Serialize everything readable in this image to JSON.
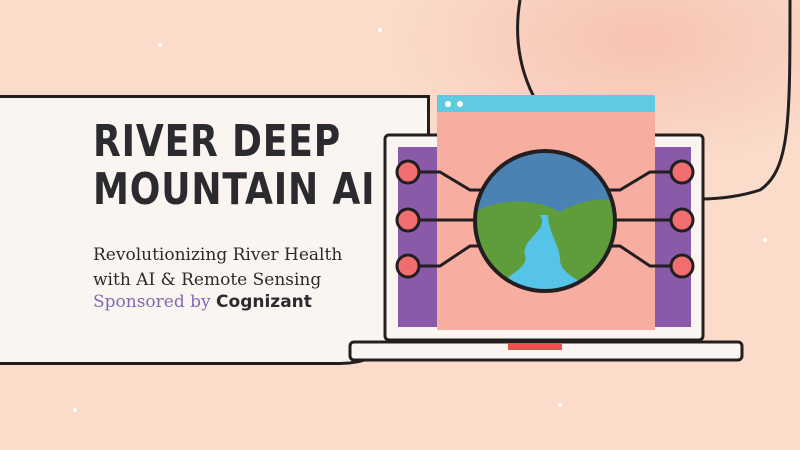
{
  "banner": {
    "title_lines": [
      "RIVER DEEP",
      "MOUNTAIN AI"
    ],
    "subtitle_lines": [
      "Revolutionizing River Health",
      "with AI & Remote Sensing"
    ],
    "sponsor_prefix": "Sponsored by",
    "sponsor_name": "Cognizant"
  },
  "colors": {
    "background": "#fbdccb",
    "panel": "#fbf5f1",
    "ink": "#2b2a2f",
    "sponsor_text": "#7e6bb0",
    "laptop_side_panels": "#8a5aa8",
    "window_body": "#f7aea0",
    "window_titlebar": "#5fcbe0",
    "node_red": "#f26d6d",
    "river_blue": "#56c3e8",
    "hill_green": "#5e9c3c",
    "sky_blue": "#4a83b3"
  },
  "icons": [
    "laptop-illustration",
    "browser-window-icon",
    "globe-river-icon",
    "node-icon"
  ]
}
